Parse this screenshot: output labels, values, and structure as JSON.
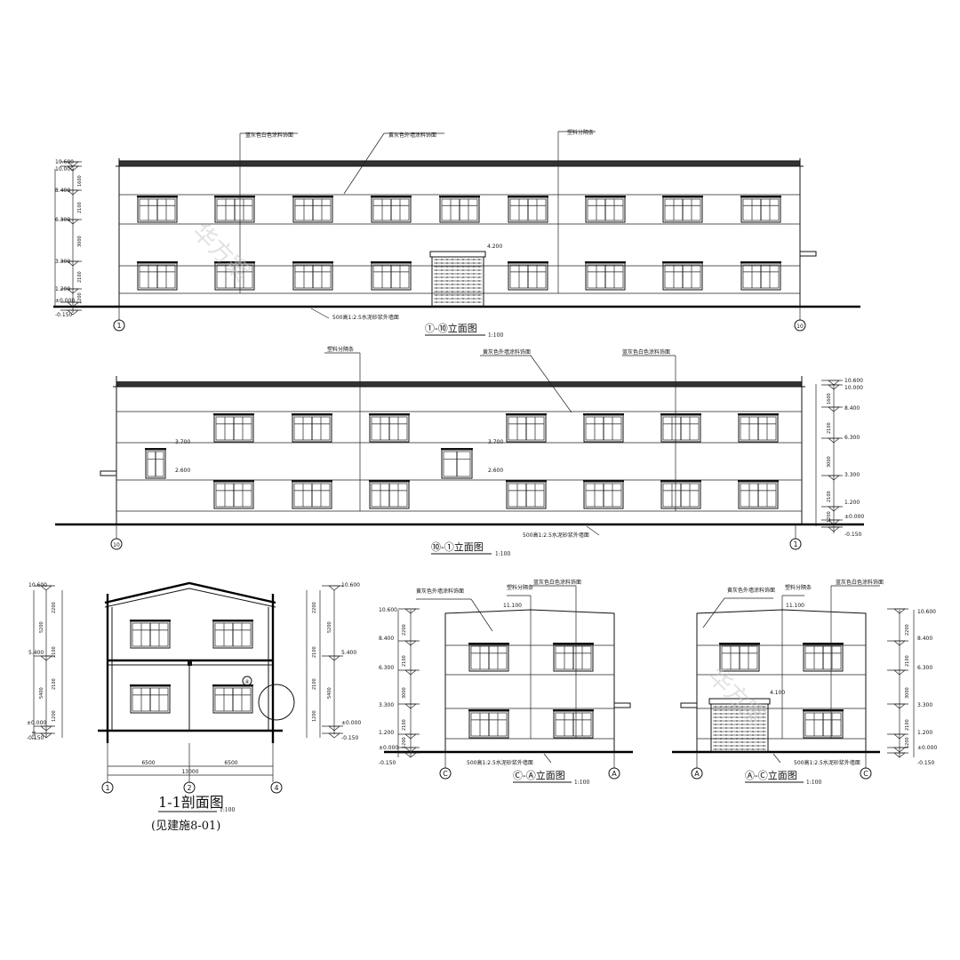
{
  "drawings": {
    "front": {
      "title": "①-⑩立面图",
      "scale": "1:100",
      "grid_left": "1",
      "grid_right": "10",
      "elevations": [
        "10.600",
        "10.000",
        "8.400",
        "6.300",
        "3.300",
        "1.200",
        "±0.000",
        "-0.150"
      ],
      "dims": [
        "1600",
        "2100",
        "3000",
        "2100",
        "1200"
      ],
      "callouts": [
        "蓝灰色白色涂料饰面",
        "黄灰色外墙涂料饰面",
        "塑料分隔条"
      ],
      "door_level": "4.200",
      "base_note": "500高1:2.5水泥砂浆外墙面"
    },
    "rear": {
      "title": "⑩-①立面图",
      "scale": "1:100",
      "grid_left": "10",
      "grid_right": "1",
      "elevations": [
        "10.600",
        "10.000",
        "8.400",
        "6.300",
        "3.300",
        "1.200",
        "±0.000",
        "-0.150"
      ],
      "dims": [
        "1600",
        "2100",
        "3000",
        "2100",
        "1200"
      ],
      "callouts": [
        "塑料分隔条",
        "黄灰色外墙涂料饰面",
        "蓝灰色白色涂料饰面"
      ],
      "window_levels": [
        "3.700",
        "2.600",
        "3.700",
        "2.600"
      ],
      "base_note": "500高1:2.5水泥砂浆外墙面"
    },
    "section": {
      "title": "1-1剖面图",
      "scale": "1:100",
      "note": "(见建施8-01)",
      "grid": [
        "1",
        "2",
        "4"
      ],
      "spans": [
        "6500",
        "6500"
      ],
      "total": "13000",
      "elevations_left": [
        "10.600",
        "5.400",
        "±0.000",
        "-0.150"
      ],
      "elevations_right": [
        "10.600",
        "5.400",
        "±0.000",
        "-0.150"
      ],
      "dims": [
        "2200",
        "5200",
        "2100",
        "1200",
        "5400",
        "2100",
        "150"
      ],
      "detail": "④"
    },
    "side_ca": {
      "title": "Ⓒ-Ⓐ立面图",
      "scale": "1:100",
      "grid_left": "C",
      "grid_right": "A",
      "elevations": [
        "10.600",
        "8.400",
        "6.300",
        "3.300",
        "1.200",
        "±0.000",
        "-0.150"
      ],
      "dims": [
        "2200",
        "2100",
        "3000",
        "2100",
        "1200"
      ],
      "callouts": [
        "黄灰色外墙涂料饰面",
        "塑料分隔条",
        "蓝灰色白色涂料饰面"
      ],
      "ridge_level": "11.100",
      "base_note": "500高1:2.5水泥砂浆外墙面"
    },
    "side_ac": {
      "title": "Ⓐ-Ⓒ立面图",
      "scale": "1:100",
      "grid_left": "A",
      "grid_right": "C",
      "elevations": [
        "10.600",
        "8.400",
        "6.300",
        "3.300",
        "1.200",
        "±0.000",
        "-0.150"
      ],
      "dims": [
        "2200",
        "2100",
        "3000",
        "2100",
        "1200"
      ],
      "callouts": [
        "黄灰色外墙涂料饰面",
        "塑料分隔条",
        "蓝灰色白色涂料饰面"
      ],
      "ridge_level": "11.100",
      "door_level": "4.100",
      "base_note": "500高1:2.5水泥砂浆外墙面"
    }
  },
  "watermark": "华方案"
}
